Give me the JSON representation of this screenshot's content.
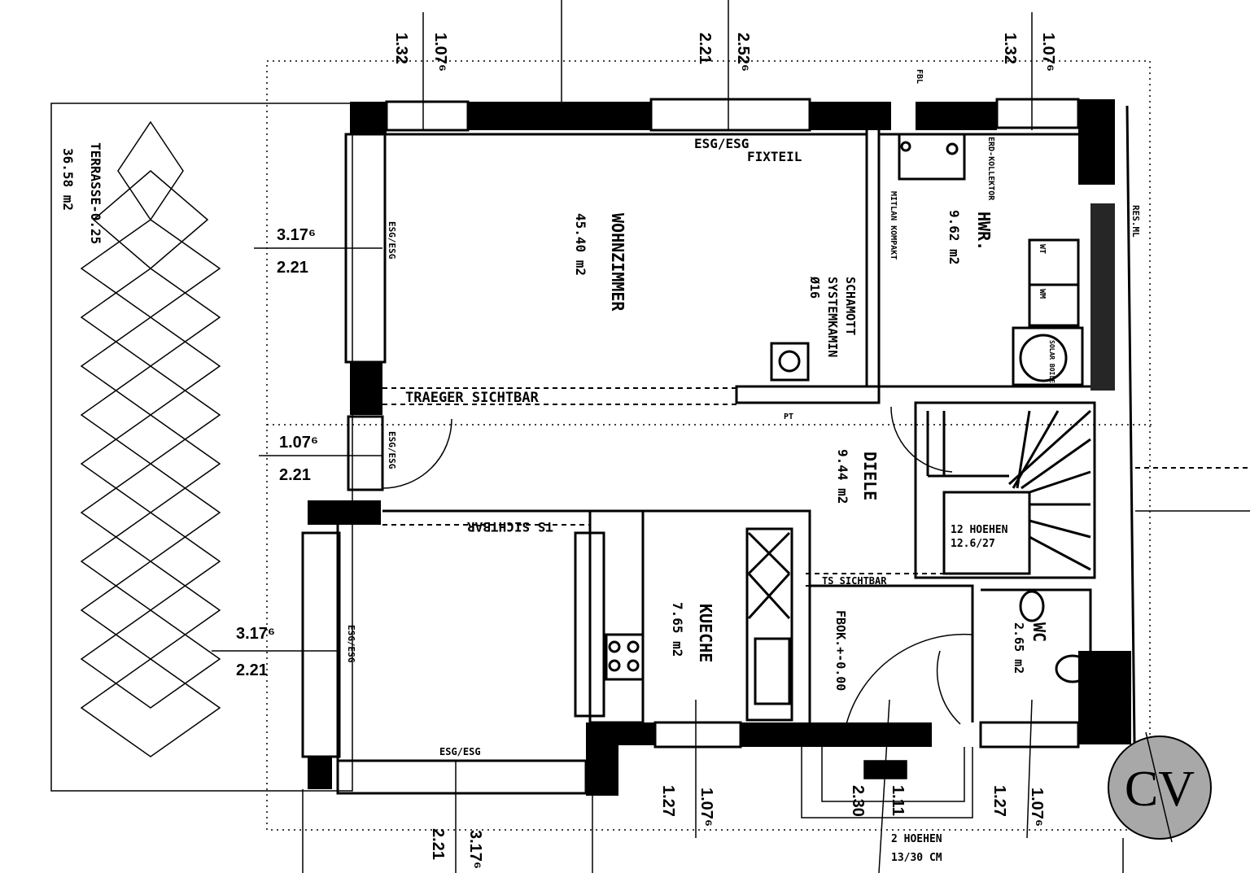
{
  "rooms": {
    "wohnzimmer": {
      "name": "WOHNZIMMER",
      "area": "45.40 m2"
    },
    "hwr": {
      "name": "HWR.",
      "area": "9.62 m2"
    },
    "diele": {
      "name": "DIELE",
      "area": "9.44 m2"
    },
    "kueche": {
      "name": "KUECHE",
      "area": "7.65 m2"
    },
    "wc": {
      "name": "WC",
      "area": "2.65 m2"
    },
    "terrasse": {
      "name": "TERRASSE-0.25",
      "area": "36.58 m2"
    }
  },
  "annotations": {
    "esg_top": "ESG/ESG",
    "fixteil": "FIXTEIL",
    "kamin1": "SCHAMOTT",
    "kamin2": "SYSTEMKAMIN",
    "kamin3": "Ø16",
    "traeger_top": "TRAEGER SICHTBAR",
    "traeger_bottom": "TS SICHTBAR",
    "traeger_diele": "TS SICHTBAR",
    "stairs1": "12 HOEHEN",
    "stairs2": "12.6/27",
    "fbok": "FBOK.+-0.00",
    "steps1": "2 HOEHEN",
    "steps2": "13/30 CM",
    "esg_left1": "ESG/ESG",
    "esg_left2": "ESG/ESG",
    "esg_left3": "ESG/ESG",
    "esg_bottom": "ESG/ESG",
    "kollektor": "ERD-KOLLEKTOR",
    "kompakt": "MITLAN KOMPAKT",
    "res": "RES.ML",
    "wt": "WT",
    "wm": "WM",
    "boiler": "SOLAR BOILER",
    "fbl": "FBL",
    "pt": "PT"
  },
  "dimensions": {
    "top_left": [
      "1.32",
      "1.07⁶"
    ],
    "top_mid": [
      "2.21",
      "2.52⁶"
    ],
    "top_right": [
      "1.32",
      "1.07⁶"
    ],
    "left_upper": [
      "3.17⁶",
      "2.21"
    ],
    "left_mid": [
      "1.07⁶",
      "2.21"
    ],
    "left_lower": [
      "3.17⁶",
      "2.21"
    ],
    "bottom_left": [
      "2.21",
      "3.17⁶"
    ],
    "bottom_mid": [
      "1.27",
      "1.07⁶"
    ],
    "bottom_door": [
      "2.30",
      "1.11"
    ],
    "bottom_right": [
      "1.27",
      "1.07⁶"
    ]
  },
  "logo": {
    "text": "CV"
  },
  "colors": {
    "ink": "#000000",
    "paper": "#ffffff",
    "logo_bg": "#a8a8a8"
  }
}
